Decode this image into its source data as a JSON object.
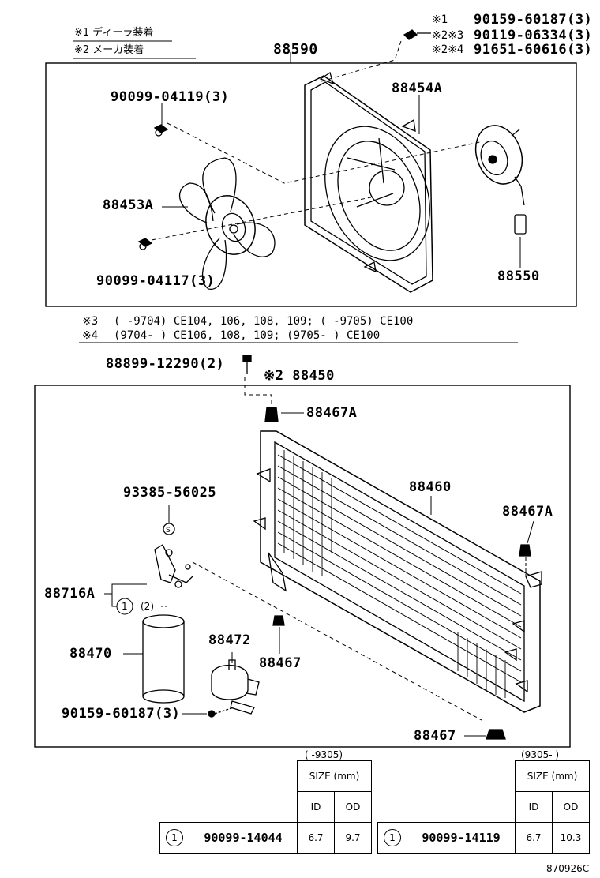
{
  "notes": {
    "n1": "※1 ディーラ装着",
    "n2": "※2 メーカ装着"
  },
  "hardware": {
    "h1": {
      "mark": "※1",
      "part": "90159-60187(3)"
    },
    "h2": {
      "mark": "※2※3",
      "part": "90119-06334(3)"
    },
    "h3": {
      "mark": "※2※4",
      "part": "91651-60616(3)"
    }
  },
  "fan_assembly": {
    "title": "88590",
    "shroud": "88454A",
    "screw_top": "90099-04119(3)",
    "fan": "88453A",
    "screw_bottom": "90099-04117(3)",
    "motor": "88550"
  },
  "applicability": {
    "r3_mark": "※3",
    "r3_text": "(      -9704) CE104, 106, 108, 109; (      -9705) CE100",
    "r4_mark": "※4",
    "r4_text": "(9704-      ) CE106, 108, 109; (9705-      ) CE100"
  },
  "condenser_assembly": {
    "bolt": "88899-12290(2)",
    "title": "※2 88450",
    "cushion_top": "88467A",
    "core": "88460",
    "cushion_right": "88467A",
    "plug": "93385-56025",
    "pipe": "88716A",
    "oring_ref": "1",
    "oring_qty": "(2)",
    "receiver": "88470",
    "bracket": "88472",
    "cushion_mid": "88467",
    "screw": "90159-60187(3)",
    "cushion_bottom": "88467"
  },
  "size_tables": [
    {
      "range": "(    -9305)",
      "size_header": "SIZE (mm)",
      "id_header": "ID",
      "od_header": "OD",
      "ref": "1",
      "part": "90099-14044",
      "id": "6.7",
      "od": "9.7"
    },
    {
      "range": "(9305-    )",
      "size_header": "SIZE (mm)",
      "id_header": "ID",
      "od_header": "OD",
      "ref": "1",
      "part": "90099-14119",
      "id": "6.7",
      "od": "10.3"
    }
  ],
  "diagram_code": "870926C"
}
